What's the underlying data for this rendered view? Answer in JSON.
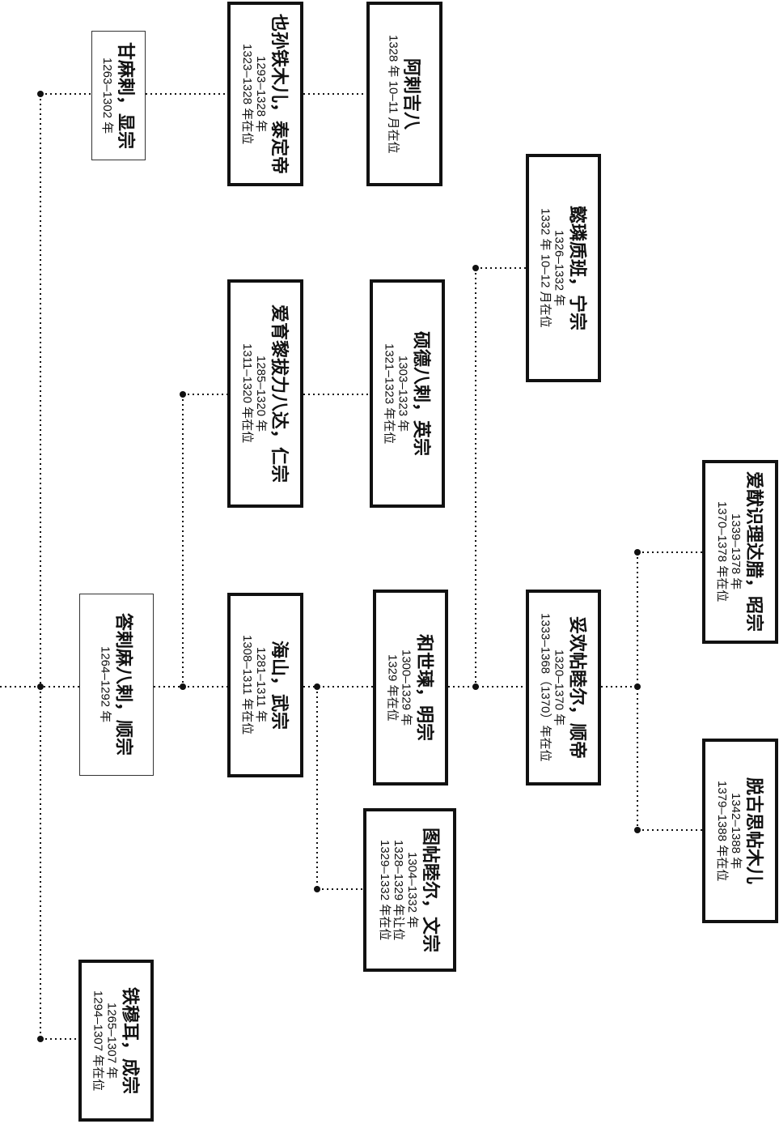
{
  "nodes": {
    "ganmala": {
      "title": "甘麻剌，显宗",
      "lines": [
        "1263–1302 年"
      ]
    },
    "dalamabala": {
      "title": "答剌麻八剌，顺宗",
      "lines": [
        "1264–1292 年"
      ]
    },
    "temur": {
      "title": "铁穆耳，成宗",
      "lines": [
        "1265–1307 年",
        "1294–1307 年在位"
      ]
    },
    "yesuntemur": {
      "title": "也孙铁木儿，泰定帝",
      "lines": [
        "1293–1328 年",
        "1323–1328 年在位"
      ]
    },
    "ayurbarwada": {
      "title": "爱育黎拔力八达，仁宗",
      "lines": [
        "1285–1320 年",
        "1311–1320 年在位"
      ]
    },
    "haishan": {
      "title": "海山，武宗",
      "lines": [
        "1281–1311 年",
        "1308–1311 年在位"
      ]
    },
    "ragibagh": {
      "title": "阿剌吉八",
      "lines": [
        "1328 年 10–11 月在位"
      ]
    },
    "shidebala": {
      "title": "硕德八剌，英宗",
      "lines": [
        "1303–1323 年",
        "1321–1323 年在位"
      ]
    },
    "kusala": {
      "title": "和世瑓，明宗",
      "lines": [
        "1300–1329 年",
        "1329 年在位"
      ]
    },
    "tughtemur": {
      "title": "图帖睦尔，文宗",
      "lines": [
        "1304–1332 年",
        "1328–1329 年让位",
        "1329–1332 年在位"
      ]
    },
    "rinchinbal": {
      "title": "懿璘质班，宁宗",
      "lines": [
        "1326–1332 年",
        "1332 年 10–12 月在位"
      ]
    },
    "toghontemur": {
      "title": "妥欢帖睦尔，顺帝",
      "lines": [
        "1320–1370 年",
        "1333–1368（1370）年在位"
      ]
    },
    "ayushiridara": {
      "title": "爱猷识理达腊，昭宗",
      "lines": [
        "1339–1378 年",
        "1370–1378 年在位"
      ]
    },
    "toghustemur": {
      "title": "脱古思帖木儿",
      "lines": [
        "1342–1388 年",
        "1379–1388 年在位"
      ]
    }
  }
}
